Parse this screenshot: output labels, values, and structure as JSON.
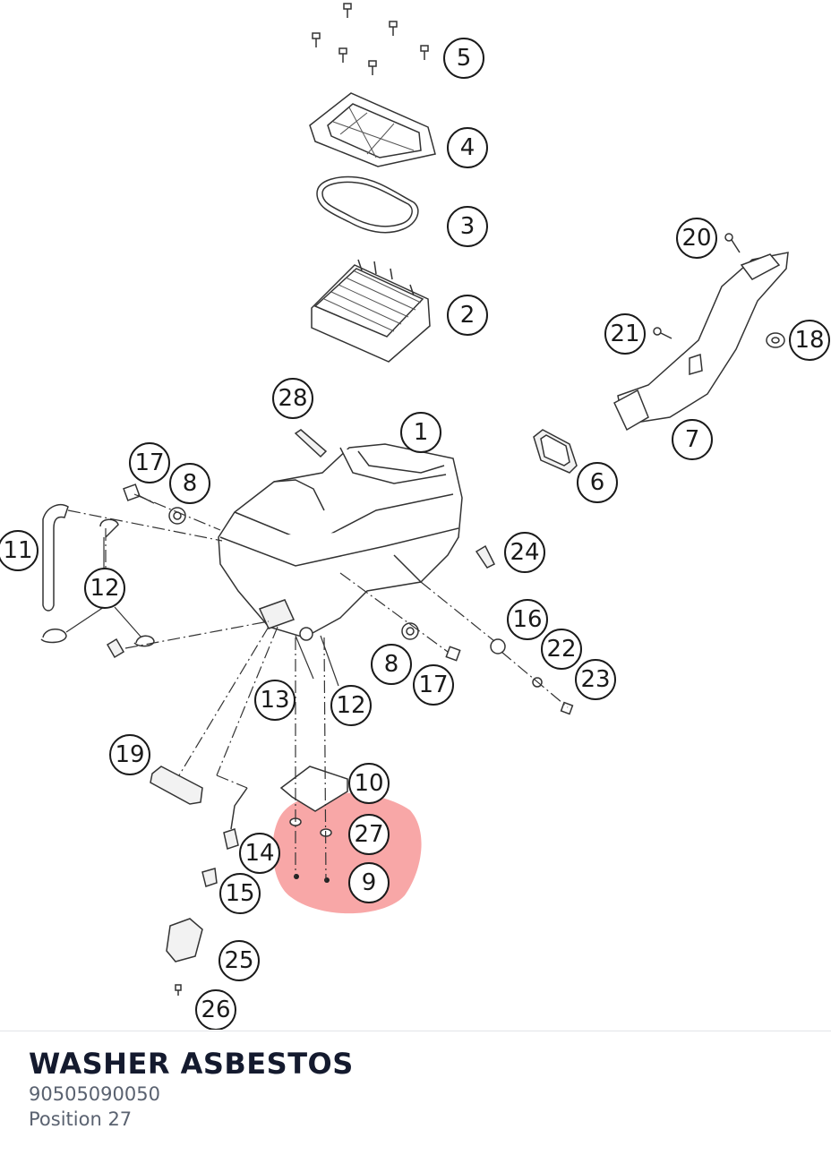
{
  "diagram": {
    "highlight_color": "#f58a8a",
    "highlighted_position": "27",
    "callouts": [
      "1",
      "2",
      "3",
      "4",
      "5",
      "6",
      "7",
      "8",
      "8",
      "9",
      "10",
      "11",
      "12",
      "12",
      "13",
      "14",
      "15",
      "16",
      "17",
      "17",
      "18",
      "19",
      "20",
      "21",
      "22",
      "23",
      "24",
      "25",
      "26",
      "27",
      "28"
    ]
  },
  "selected_part": {
    "name": "WASHER ASBESTOS",
    "number": "90505090050",
    "position": "Position 27"
  }
}
